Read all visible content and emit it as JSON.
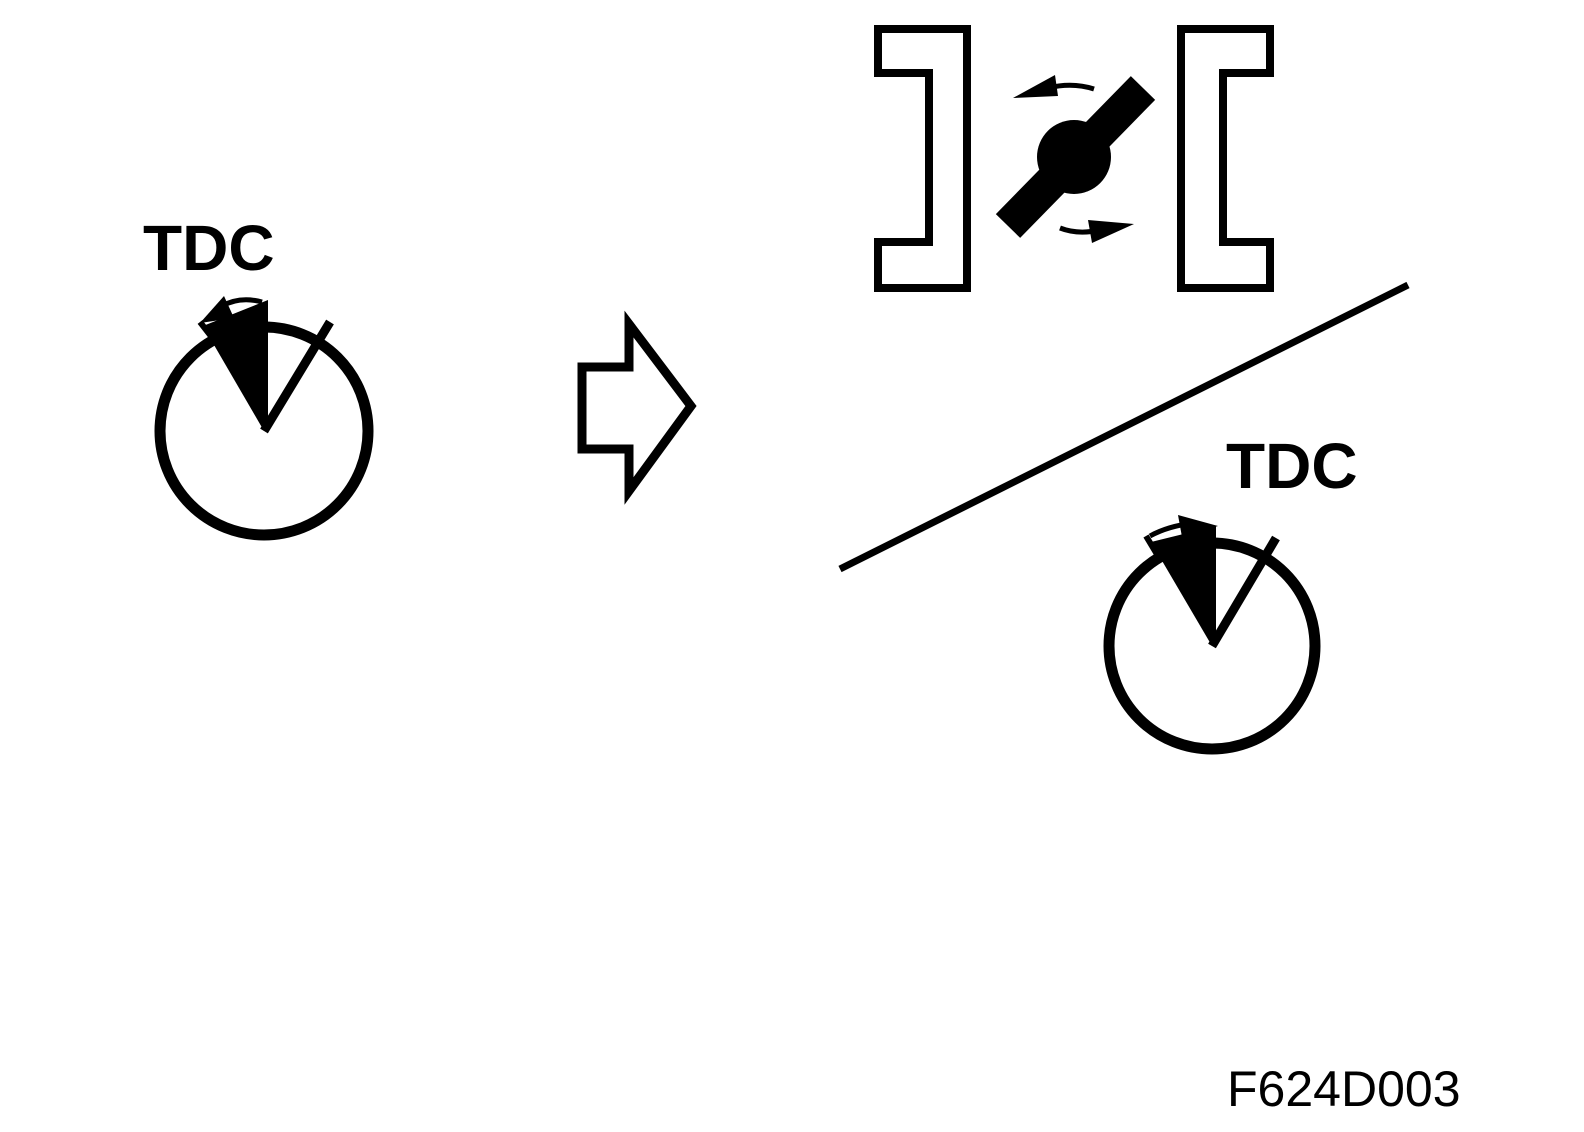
{
  "labels": {
    "tdc_left": "TDC",
    "tdc_right": "TDC",
    "figure_code": "F624D003"
  },
  "colors": {
    "stroke": "#000000",
    "background": "#ffffff"
  },
  "icons": {
    "arrow": "hollow-right-arrow",
    "camshaft": "camshaft-rotation-icon",
    "dial": "crank-angle-dial"
  }
}
